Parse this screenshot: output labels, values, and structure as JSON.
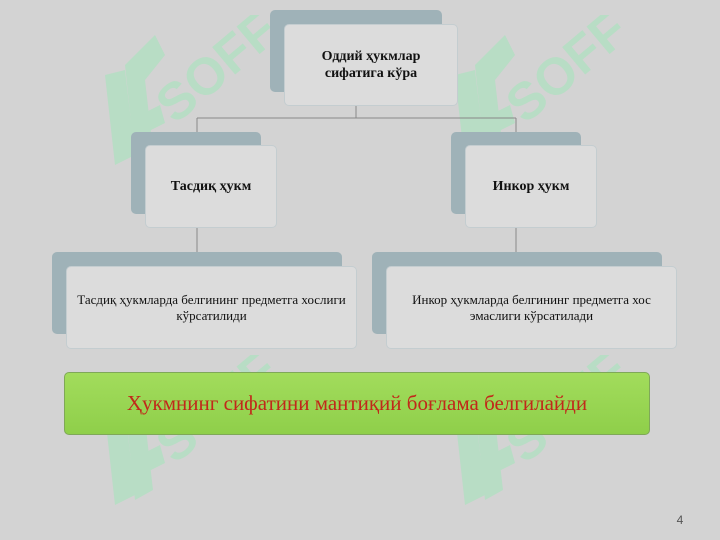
{
  "root": {
    "label": "Оддий ҳукмлар сифатига кўра"
  },
  "branches": [
    {
      "label": "Тасдиқ ҳукм",
      "description": "Тасдиқ ҳукмларда белгининг предметга хослиги кўрсатилиди"
    },
    {
      "label": "Инкор ҳукм",
      "description": "Инкор ҳукмларда белгининг предметга хос эмаслиги кўрсатилади"
    }
  ],
  "summary": "Ҳукмнинг сифатини мантиқий боғлама белгилайди",
  "page_number": "4",
  "watermark": {
    "text": "SOFF",
    "color": "#b8ddc5"
  },
  "colors": {
    "box_shadow": "#9fb2b8",
    "box_fill": "#dcdcdc",
    "summary_fill": "#8fcf4a",
    "summary_text": "#c1281a"
  }
}
